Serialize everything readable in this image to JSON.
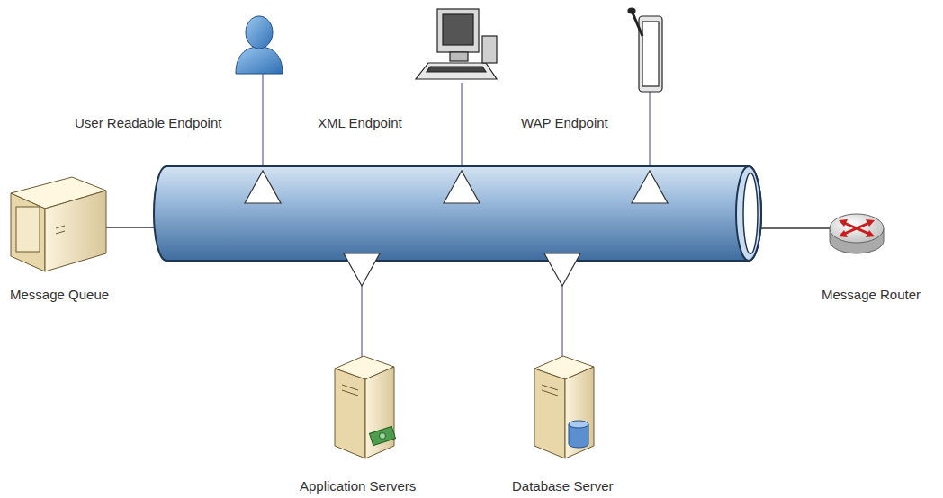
{
  "diagram": {
    "nodes": [
      {
        "text": [
          "User Readable Endpoint"
        ]
      },
      {
        "text": [
          "XML Endpoint"
        ]
      },
      {
        "text": [
          "WAP Endpoint"
        ]
      },
      {
        "text": [
          "Message Queue"
        ]
      },
      {
        "text": [
          "Message Router"
        ]
      },
      {
        "text": [
          "Application Servers"
        ]
      },
      {
        "text": [
          "Database Server"
        ]
      }
    ]
  }
}
